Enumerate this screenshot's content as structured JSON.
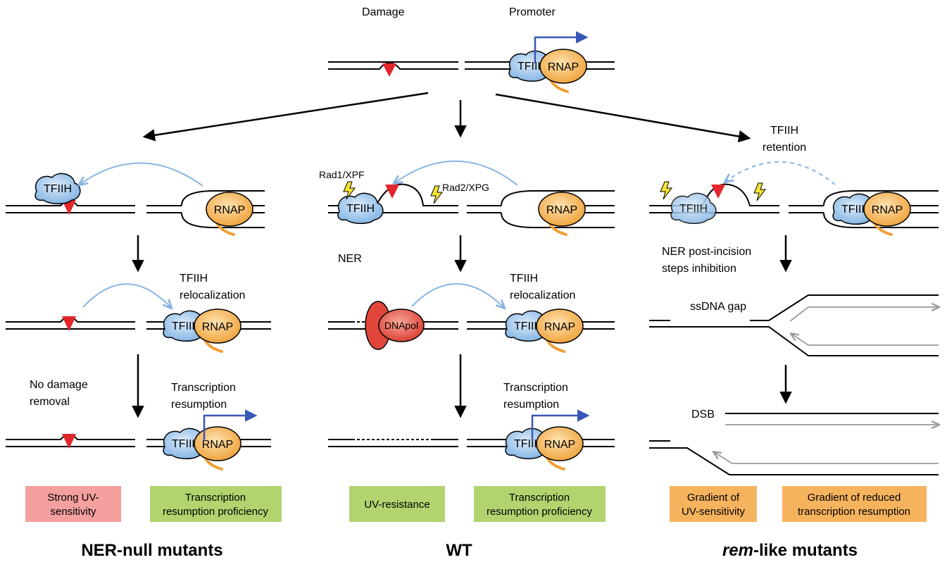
{
  "top": {
    "damage_label": "Damage",
    "promoter_label": "Promoter"
  },
  "proteins": {
    "tfiih": "TFIIH",
    "rnap": "RNAP",
    "dnapol": "DNApol"
  },
  "left_column": {
    "title": "NER-null mutants",
    "relocalization_label": [
      "TFIIH",
      "relocalization"
    ],
    "no_removal_label": [
      "No damage",
      "removal"
    ],
    "resumption_label": [
      "Transcription",
      "resumption"
    ],
    "outcome_left": [
      "Strong UV-",
      "sensitivity"
    ],
    "outcome_right": [
      "Transcription",
      "resumption proficiency"
    ]
  },
  "middle_column": {
    "title": "WT",
    "rad1_label": "Rad1/XPF",
    "rad2_label": "Rad2/XPG",
    "ner_label": "NER",
    "relocalization_label": [
      "TFIIH",
      "relocalization"
    ],
    "resumption_label": [
      "Transcription",
      "resumption"
    ],
    "outcome_left": [
      "UV-resistance"
    ],
    "outcome_right": [
      "Transcription",
      "resumption proficiency"
    ]
  },
  "right_column": {
    "title_italic": "rem",
    "title_rest": "-like mutants",
    "retention_label": [
      "TFIIH",
      "retention"
    ],
    "inhibition_label": [
      "NER post-incision",
      "steps inhibition"
    ],
    "gap_label": "ssDNA gap",
    "dsb_label": "DSB",
    "outcome_left": [
      "Gradient of",
      "UV-sensitivity"
    ],
    "outcome_right": [
      "Gradient of reduced",
      "transcription resumption"
    ]
  },
  "colors": {
    "red_box": "#f4a09f",
    "green_box": "#b1d46f",
    "orange_box": "#f6b35e",
    "tfiih_fill": "#8fbfea",
    "rnap_fill": "#f2b04d",
    "dnapol_fill": "#e0473a",
    "lesion": "#e3262b",
    "blue_arrow": "#3957b7",
    "light_blue_arrow": "#8ab5e2",
    "bolt": "#f5e330"
  }
}
